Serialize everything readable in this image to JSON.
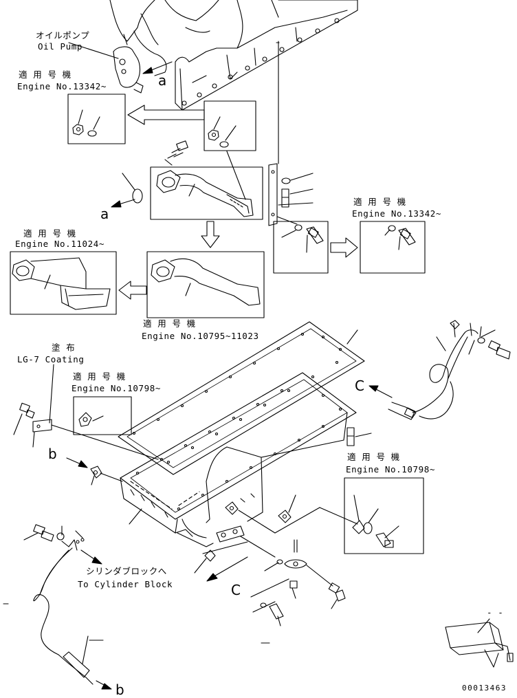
{
  "labels": {
    "oil_pump_jp": "オイルポンプ",
    "oil_pump_en": "Oil Pump",
    "applicable_jp": "適 用 号 機",
    "engine_13342": "Engine No.13342~",
    "engine_11024": "Engine No.11024~",
    "engine_10795_11023": "Engine No.10795~11023",
    "engine_10798": "Engine No.10798~",
    "coating_jp": "塗 布",
    "coating_en": "LG-7 Coating",
    "cyl_block_jp": "シリンダブロックへ",
    "cyl_block_en": "To Cylinder Block",
    "ref_a": "a",
    "ref_b": "b",
    "ref_c": "C",
    "drawing_no": "00013463",
    "dash_mark": "- -"
  },
  "colors": {
    "line": "#000000",
    "background": "#ffffff"
  }
}
